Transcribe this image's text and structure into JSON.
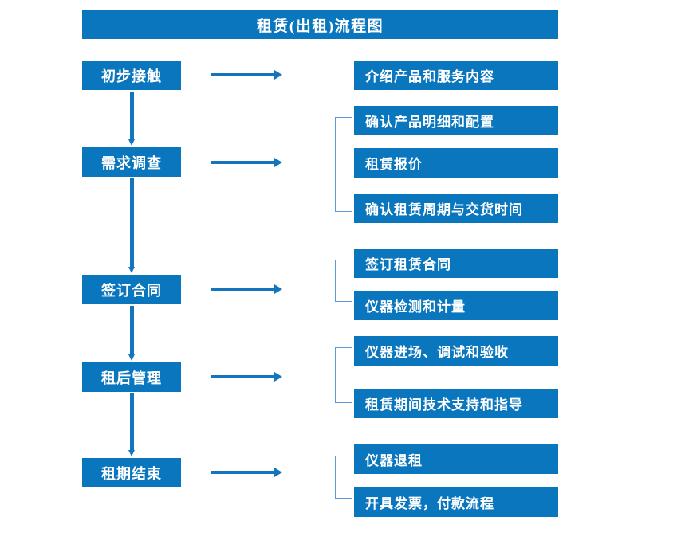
{
  "diagram": {
    "title": "租赁(出租)流程图",
    "theme": {
      "box_fill": "#0a76be",
      "box_text": "#ffffff",
      "arrow_color": "#1275be",
      "bracket_color": "#5b9bd5",
      "background": "#ffffff"
    },
    "stages": [
      {
        "id": "stage-1",
        "label": "初步接触"
      },
      {
        "id": "stage-2",
        "label": "需求调查"
      },
      {
        "id": "stage-3",
        "label": "签订合同"
      },
      {
        "id": "stage-4",
        "label": "租后管理"
      },
      {
        "id": "stage-5",
        "label": "租期结束"
      }
    ],
    "details": [
      {
        "id": "detail-1-1",
        "label": "介绍产品和服务内容"
      },
      {
        "id": "detail-2-1",
        "label": "确认产品明细和配置"
      },
      {
        "id": "detail-2-2",
        "label": "租赁报价"
      },
      {
        "id": "detail-2-3",
        "label": "确认租赁周期与交货时间"
      },
      {
        "id": "detail-3-1",
        "label": "签订租赁合同"
      },
      {
        "id": "detail-3-2",
        "label": "仪器检测和计量"
      },
      {
        "id": "detail-4-1",
        "label": "仪器进场、调试和验收"
      },
      {
        "id": "detail-4-2",
        "label": "租赁期间技术支持和指导"
      },
      {
        "id": "detail-5-1",
        "label": "仪器退租"
      },
      {
        "id": "detail-5-2",
        "label": "开具发票，付款流程"
      }
    ]
  },
  "chart_data": {
    "type": "diagram",
    "title": "租赁(出租)流程图",
    "orientation": "vertical-flow-with-side-details",
    "nodes": [
      {
        "stage": "初步接触",
        "details": [
          "介绍产品和服务内容"
        ]
      },
      {
        "stage": "需求调查",
        "details": [
          "确认产品明细和配置",
          "租赁报价",
          "确认租赁周期与交货时间"
        ]
      },
      {
        "stage": "签订合同",
        "details": [
          "签订租赁合同",
          "仪器检测和计量"
        ]
      },
      {
        "stage": "租后管理",
        "details": [
          "仪器进场、调试和验收",
          "租赁期间技术支持和指导"
        ]
      },
      {
        "stage": "租期结束",
        "details": [
          "仪器退租",
          "开具发票，付款流程"
        ]
      }
    ],
    "edges": [
      {
        "from": "初步接触",
        "to": "需求调查"
      },
      {
        "from": "需求调查",
        "to": "签订合同"
      },
      {
        "from": "签订合同",
        "to": "租后管理"
      },
      {
        "from": "租后管理",
        "to": "租期结束"
      }
    ]
  }
}
